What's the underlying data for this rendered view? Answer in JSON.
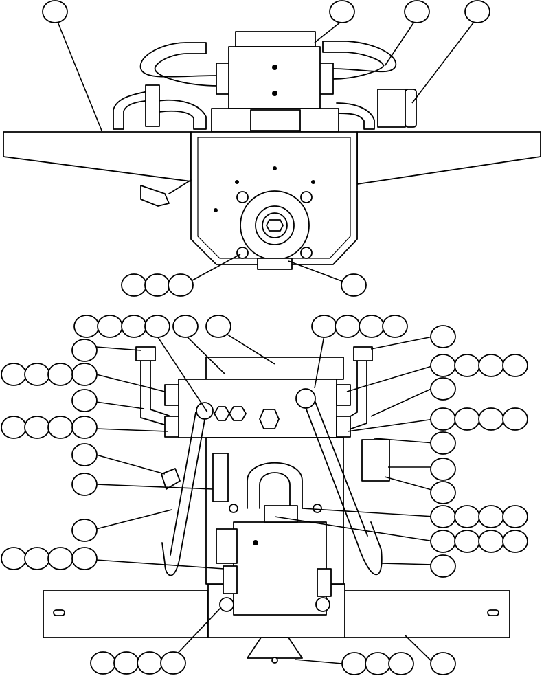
{
  "figure": {
    "description_visible_text": "",
    "views": [
      "top-view-assembly",
      "bottom-view-assembly"
    ]
  },
  "callouts": {
    "top_view_groups": 6,
    "bottom_view_groups": 24,
    "bubble_labels": []
  },
  "colors": {
    "line": "#000000",
    "background": "#ffffff"
  }
}
